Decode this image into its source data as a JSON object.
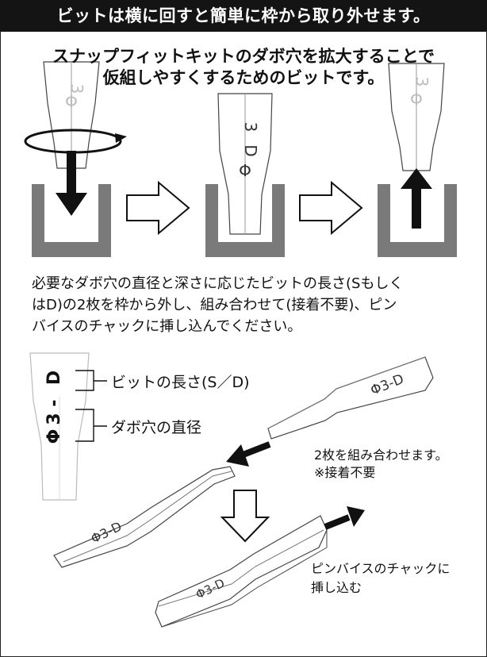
{
  "header": {
    "title": "ビットは横に回すと簡単に枠から取り外せます。"
  },
  "subtitle": {
    "line1": "スナップフィットキットのダボ穴を拡大することで",
    "line2": "仮組しやすくするためのビットです。"
  },
  "bit_engraving": {
    "size": "3",
    "type": "D",
    "diameter_symbol": "Φ"
  },
  "description": {
    "line1": "必要なダボ穴の直径と深さに応じたビットの長さ(Sもしく",
    "line2": "はD)の2枚を枠から外し、組み合わせて(接着不要)、ピン",
    "line3": "バイスのチャックに挿し込んでください。"
  },
  "labels": {
    "bit_length": "ビットの長さ(S／D)",
    "dowel_diameter": "ダボ穴の直径"
  },
  "notes": {
    "combine_line1": "2枚を組み合わせます。",
    "combine_line2": "※接着不要",
    "insert_line1": "ピンバイスのチャックに",
    "insert_line2": "挿し込む"
  },
  "colors": {
    "header_bg": "#141414",
    "frame_gray": "#7a7a7a",
    "ink": "#111111"
  }
}
